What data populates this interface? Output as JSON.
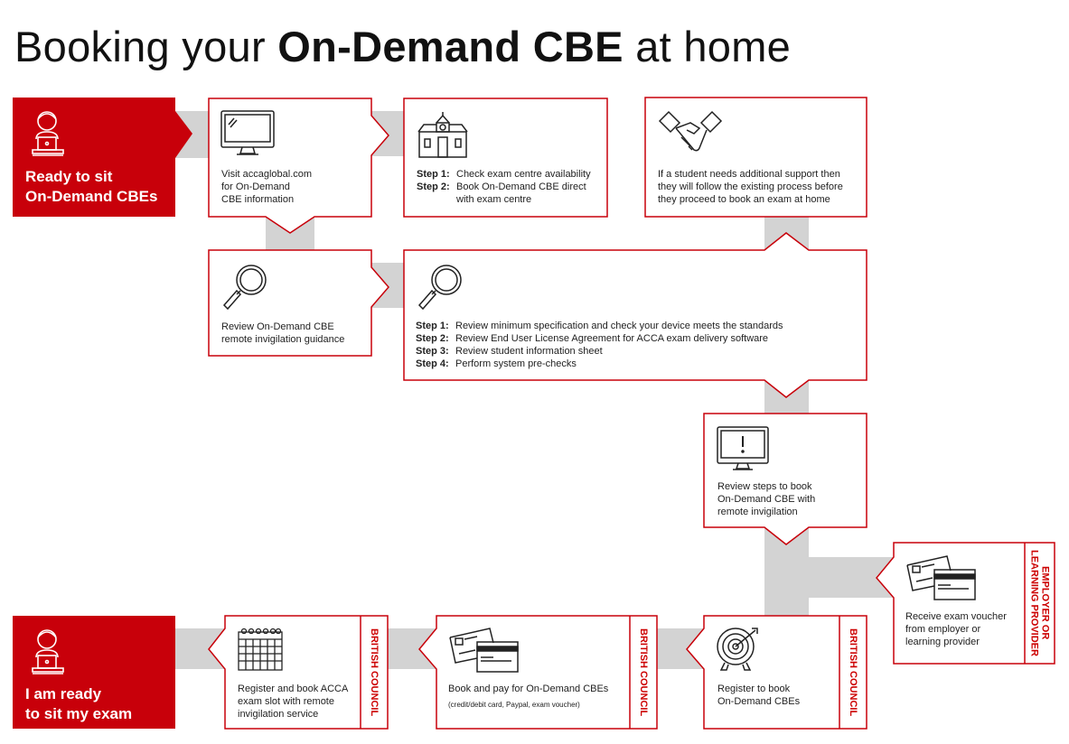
{
  "title": {
    "prefix": "Booking your ",
    "bold": "On-Demand CBE",
    "suffix": " at home"
  },
  "start": {
    "line1": "Ready to sit",
    "line2": "On-Demand CBEs",
    "icon": "person-laptop-icon"
  },
  "end": {
    "line1": "I am ready",
    "line2": "to sit my exam",
    "icon": "person-laptop-icon"
  },
  "visit": {
    "lines": [
      "Visit accaglobal.com",
      "for On-Demand",
      "CBE information"
    ],
    "icon": "monitor-icon"
  },
  "centre": {
    "steps": [
      {
        "label": "Step 1:",
        "text": "Check exam centre availability"
      },
      {
        "label": "Step 2:",
        "text": "Book On-Demand CBE direct"
      },
      {
        "label": "",
        "text": "with exam centre"
      }
    ],
    "icon": "school-building-icon"
  },
  "support": {
    "lines": [
      "If a student needs additional support then",
      "they will follow the existing process before",
      "they proceed to book an exam at home"
    ],
    "icon": "handshake-icon"
  },
  "guidance": {
    "lines": [
      "Review On-Demand CBE",
      "remote invigilation guidance"
    ],
    "icon": "magnifier-icon"
  },
  "checks": {
    "steps": [
      {
        "label": "Step 1:",
        "text": "Review minimum specification and check your device meets the standards"
      },
      {
        "label": "Step 2:",
        "text": "Review End User License Agreement for ACCA exam delivery software"
      },
      {
        "label": "Step 3:",
        "text": "Review student information sheet"
      },
      {
        "label": "Step 4:",
        "text": "Perform system pre-checks"
      }
    ],
    "icon": "magnifier-icon"
  },
  "review_steps": {
    "lines": [
      "Review steps to book",
      "On-Demand CBE with",
      "remote invigilation"
    ],
    "icon": "monitor-alert-icon"
  },
  "voucher": {
    "lines": [
      "Receive exam voucher",
      "from employer or",
      "learning provider"
    ],
    "side": "EMPLOYER OR LEARNING PROVIDER",
    "icon": "cards-icon"
  },
  "register": {
    "lines": [
      "Register to book",
      "On-Demand CBEs"
    ],
    "side": "BRITISH COUNCIL",
    "icon": "target-icon"
  },
  "pay": {
    "line": "Book and pay for On-Demand CBEs",
    "note": "(credit/debit card, Paypal, exam voucher)",
    "side": "BRITISH COUNCIL",
    "icon": "cards-icon"
  },
  "slot": {
    "lines": [
      "Register and book ACCA",
      "exam slot with remote",
      "invigilation service"
    ],
    "side": "BRITISH COUNCIL",
    "icon": "calendar-icon"
  },
  "colors": {
    "accent": "#c8000a",
    "connector": "#d3d3d3",
    "border": "#c8000a"
  }
}
